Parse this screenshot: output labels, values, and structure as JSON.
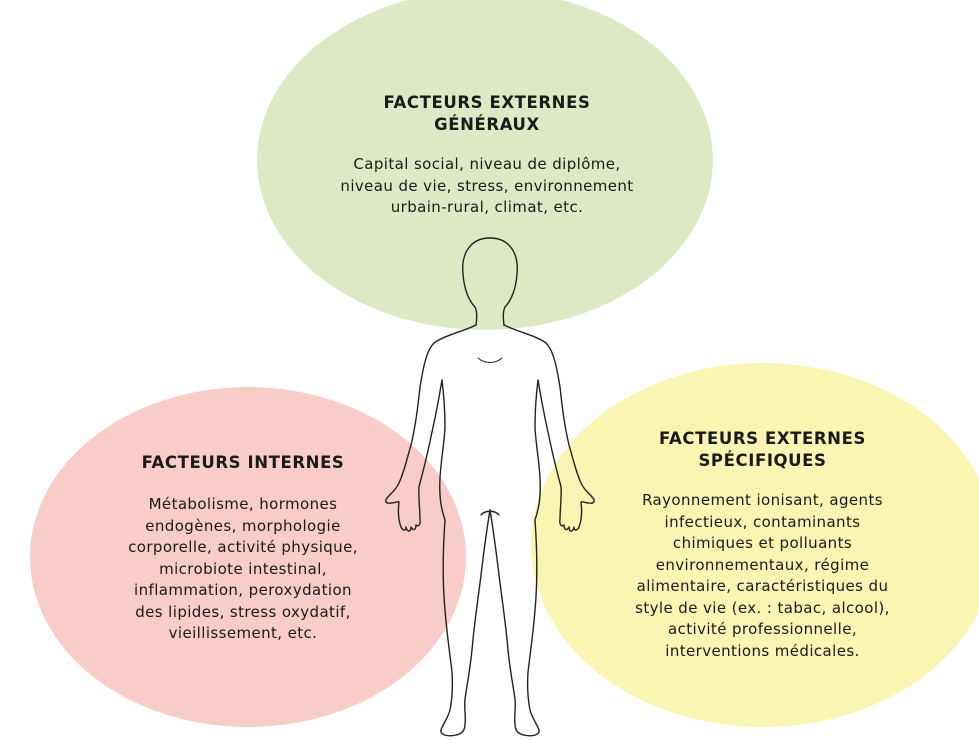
{
  "diagram": {
    "colors": {
      "general_bubble": "#dde9c4",
      "internal_bubble": "#f7c8c2",
      "specific_bubble": "#fbf4ae",
      "outline": "#222222"
    },
    "general": {
      "title_line1": "FACTEURS EXTERNES",
      "title_line2": "GÉNÉRAUX",
      "body": "Capital social, niveau de diplôme,\nniveau de vie, stress, environnement\nurbain-rural, climat, etc."
    },
    "internal": {
      "title": "FACTEURS INTERNES",
      "body": "Métabolisme, hormones\nendogènes, morphologie\ncorporelle, activité physique,\nmicrobiote intestinal,\ninflammation, peroxydation\ndes lipides, stress oxydatif,\nvieillissement, etc."
    },
    "specific": {
      "title_line1": "FACTEURS EXTERNES",
      "title_line2": "SPÉCIFIQUES",
      "body": "Rayonnement ionisant, agents\ninfectieux, contaminants\nchimiques et polluants\nenvironnementaux, régime\nalimentaire, caractéristiques du\nstyle de vie (ex. : tabac, alcool),\nactivité professionnelle,\ninterventions médicales."
    }
  }
}
